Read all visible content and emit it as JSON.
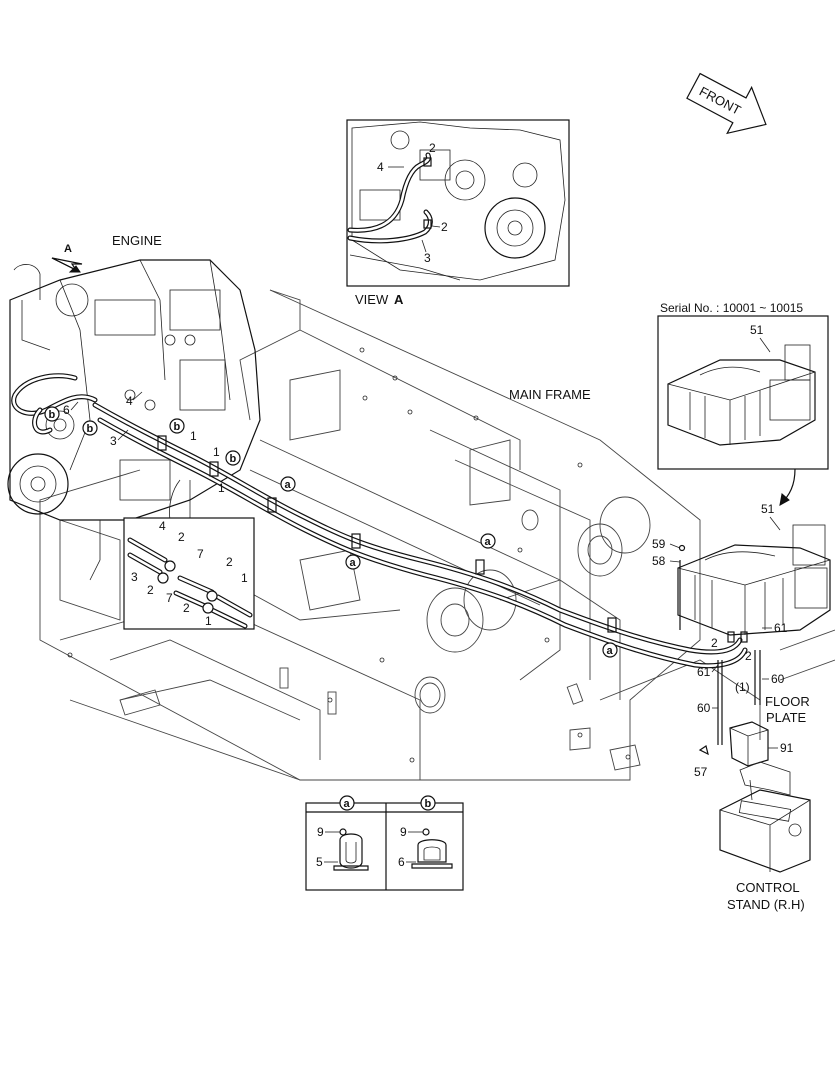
{
  "labels": {
    "engine": "ENGINE",
    "view_a": "VIEW",
    "view_a_letter": "A",
    "arrow_a": "A",
    "main_frame": "MAIN FRAME",
    "serial": "Serial No. : 10001 ~ 10015",
    "front": "FRONT",
    "floor_plate": "FLOOR",
    "floor_plate_2": "PLATE",
    "control_stand": "CONTROL",
    "control_stand_2": "STAND (R.H)",
    "paren_1": "(1)"
  },
  "part_numbers": {
    "p1a": "1",
    "p1b": "1",
    "p1c": "1",
    "p2a": "2",
    "p2b": "2",
    "p2c": "2",
    "p2d": "2",
    "p2e": "2",
    "p2f": "2",
    "p2g": "2",
    "p3a": "3",
    "p3b": "3",
    "p3c": "3",
    "p4a": "4",
    "p4b": "4",
    "p4c": "4",
    "p5": "5",
    "p6a": "6",
    "p6b": "6",
    "p7a": "7",
    "p7b": "7",
    "p9a": "9",
    "p9b": "9",
    "p51a": "51",
    "p51b": "51",
    "p57": "57",
    "p58": "58",
    "p59": "59",
    "p60a": "60",
    "p60b": "60",
    "p61a": "61",
    "p61b": "61",
    "p91": "91"
  },
  "clamp_markers": {
    "a": "a",
    "b": "b"
  }
}
